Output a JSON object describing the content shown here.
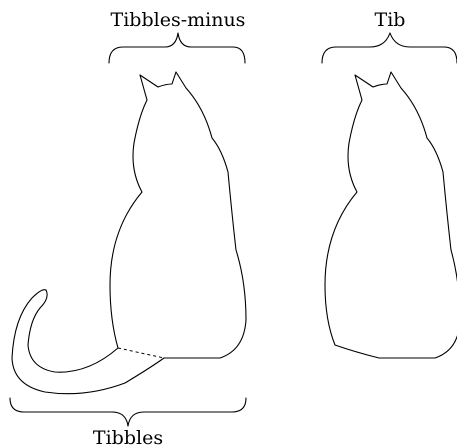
{
  "labels": {
    "top_left": "Tibbles-minus",
    "top_right": "Tib",
    "bottom": "Tibbles"
  }
}
